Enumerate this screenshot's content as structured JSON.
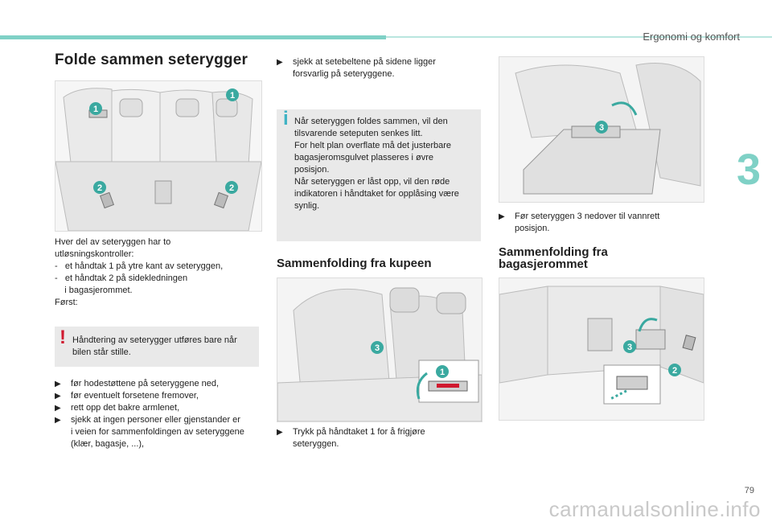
{
  "header": {
    "section_title": "Ergonomi og komfort",
    "chapter_number": "3",
    "page_number": "79",
    "watermark": "carmanualsonline.info"
  },
  "colors": {
    "accent": "#7fd1c6",
    "callout": "#3aa9a0",
    "warning": "#d0192f",
    "info": "#3fb3c4",
    "note_bg": "#e9e9e9"
  },
  "col1": {
    "title": "Folde sammen seterygger",
    "figure_callouts": [
      "1",
      "1",
      "2",
      "2"
    ],
    "intro_lines": [
      "Hver del av seteryggen har to",
      "utløsningskontroller:",
      "-   et håndtak 1 på ytre kant av seteryggen,",
      "-   et håndtak 2 på sidekledningen",
      "    i bagasjerommet.",
      "Først:"
    ],
    "warning": {
      "icon": "!",
      "lines": [
        "Håndtering av seterygger utføres bare når",
        "bilen står stille."
      ]
    },
    "bullets": [
      [
        "før hodestøttene på seteryggene ned,"
      ],
      [
        "før eventuelt forsetene fremover,"
      ],
      [
        "rett opp det bakre armlenet,"
      ],
      [
        "sjekk at ingen personer eller gjenstander er",
        "i veien for sammenfoldingen av seteryggene",
        "(klær, bagasje, ...),"
      ]
    ]
  },
  "col2": {
    "bullet_top": [
      "sjekk at setebeltene på sidene ligger",
      "forsvarlig på seteryggene."
    ],
    "info": {
      "icon": "i",
      "lines": [
        "Når seteryggen foldes sammen, vil den",
        "tilsvarende seteputen senkes litt.",
        "For helt plan overflate må det justerbare",
        "bagasjeromsgulvet plasseres i øvre",
        "posisjon.",
        "Når seteryggen er låst opp, vil den røde",
        "indikatoren i håndtaket for opplåsing være",
        "synlig."
      ]
    },
    "subtitle": "Sammenfolding fra kupeen",
    "figure_callouts": [
      "3",
      "1"
    ],
    "bullet_bottom": [
      "Trykk på håndtaket 1 for å frigjøre",
      "seteryggen."
    ]
  },
  "col3": {
    "figure_top_callouts": [
      "3"
    ],
    "bullet": [
      "Før seteryggen 3 nedover til vannrett",
      "posisjon."
    ],
    "subtitle_lines": [
      "Sammenfolding fra",
      "bagasjerommet"
    ],
    "figure_bottom_callouts": [
      "3",
      "2"
    ]
  }
}
